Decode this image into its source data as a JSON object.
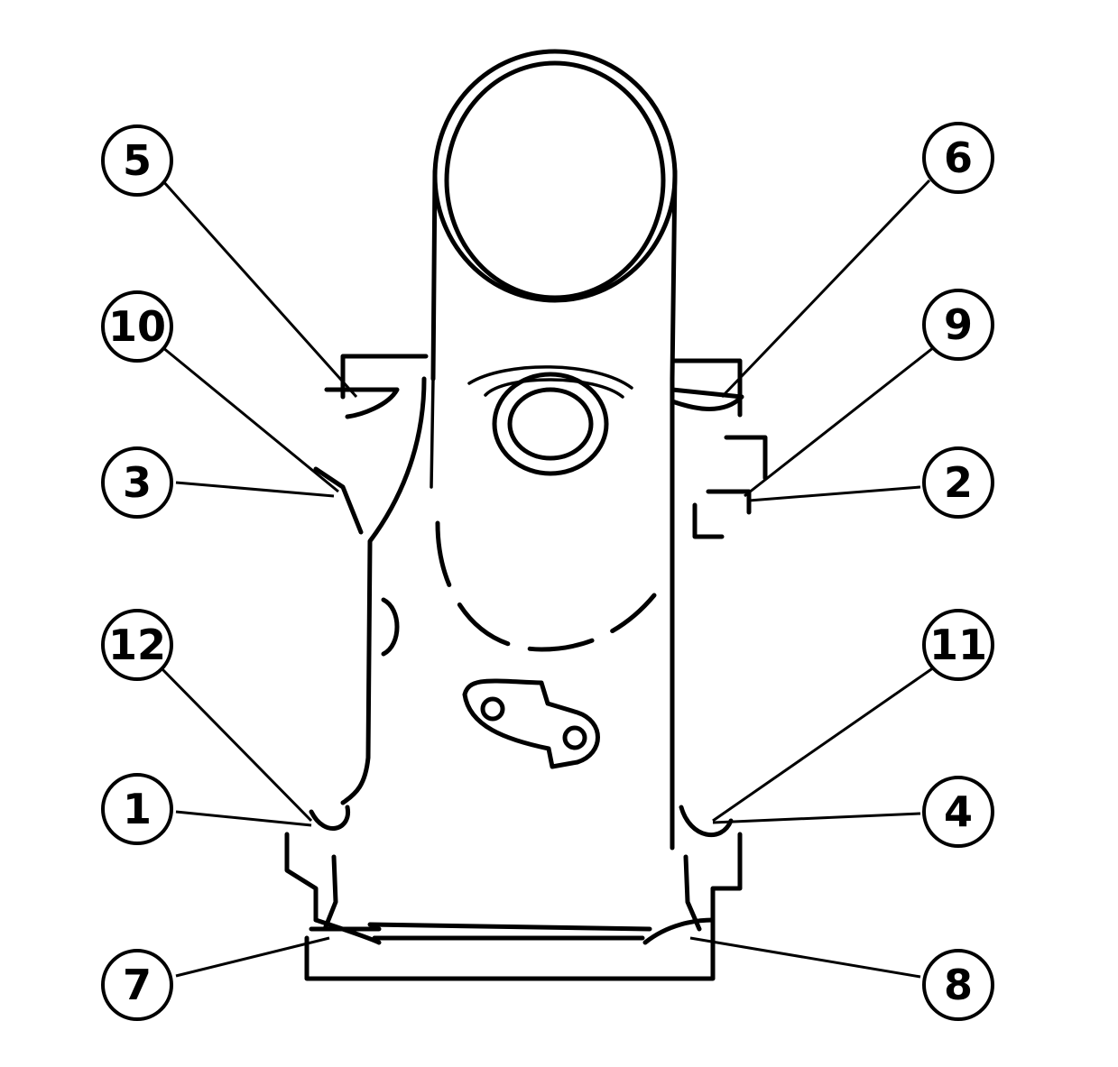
{
  "callouts": [
    {
      "label": "5"
    },
    {
      "label": "6"
    },
    {
      "label": "10"
    },
    {
      "label": "9"
    },
    {
      "label": "3"
    },
    {
      "label": "2"
    },
    {
      "label": "12"
    },
    {
      "label": "11"
    },
    {
      "label": "1"
    },
    {
      "label": "4"
    },
    {
      "label": "7"
    },
    {
      "label": "8"
    }
  ],
  "colors": {
    "line": "#000000",
    "background": "#ffffff"
  }
}
